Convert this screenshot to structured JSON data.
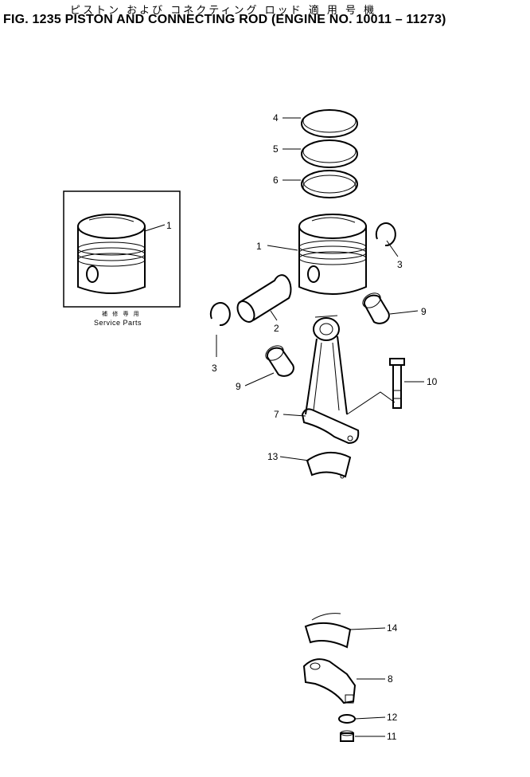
{
  "header": {
    "japanese_title": "ピストン および コネクティング ロッド 適 用 号 機",
    "figure_title": "FIG. 1235 PISTON AND CONNECTING ROD (ENGINE NO. 10011 – 11273)"
  },
  "service_box": {
    "japanese_caption": "補 修 専 用",
    "english_caption": "Service Parts",
    "callout": "1"
  },
  "callouts": {
    "c4": "4",
    "c5": "5",
    "c6": "6",
    "c1": "1",
    "c3a": "3",
    "c3b": "3",
    "c2": "2",
    "c9a": "9",
    "c9b": "9",
    "c10": "10",
    "c7": "7",
    "c13": "13",
    "c14": "14",
    "c8": "8",
    "c12": "12",
    "c11": "11"
  }
}
